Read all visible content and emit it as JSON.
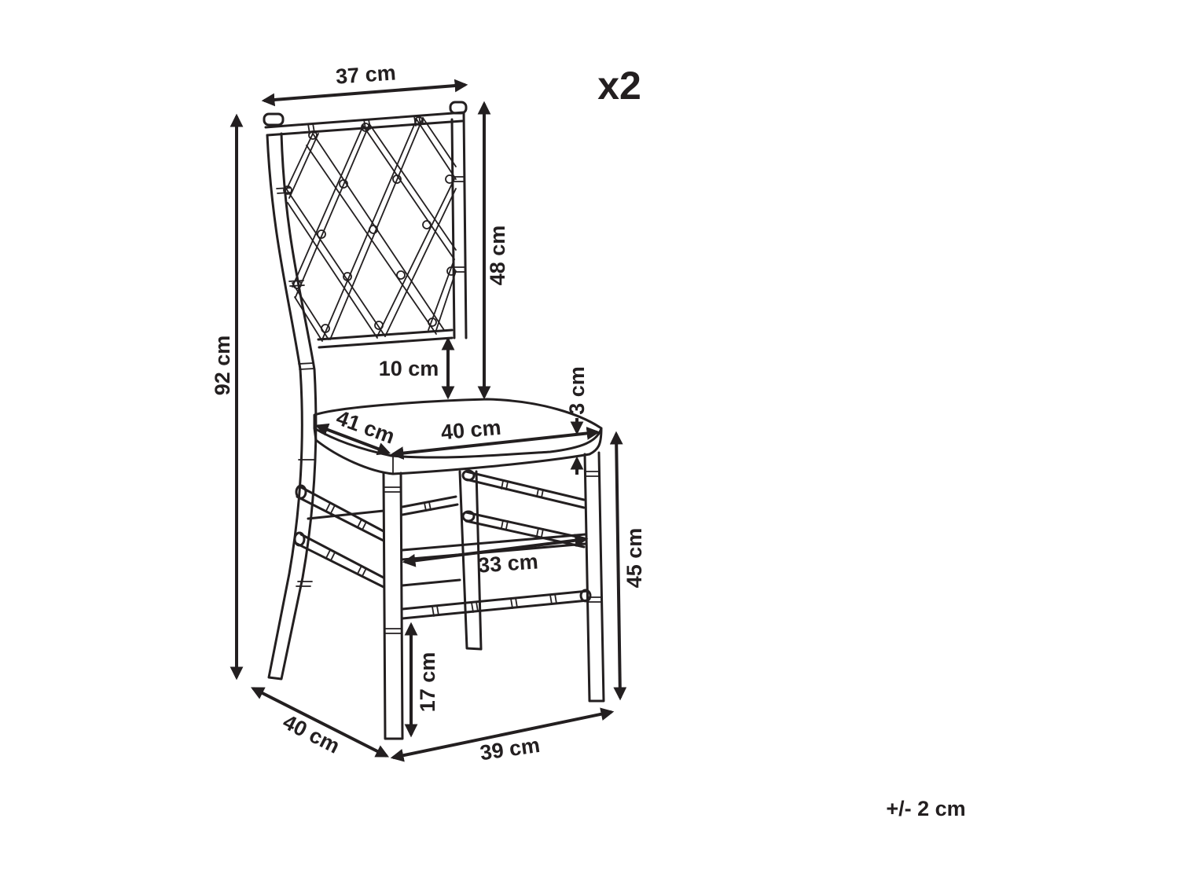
{
  "quantity": "x2",
  "tolerance": "+/- 2 cm",
  "dimensions": {
    "backrest_width": "37 cm",
    "total_height": "92 cm",
    "backrest_height": "48 cm",
    "backrest_gap": "10 cm",
    "seat_depth": "41 cm",
    "seat_width": "40 cm",
    "cushion_thickness": "3 cm",
    "seat_height": "45 cm",
    "stretcher_width": "33 cm",
    "stretcher_height": "17 cm",
    "base_depth": "40 cm",
    "base_width": "39 cm"
  }
}
